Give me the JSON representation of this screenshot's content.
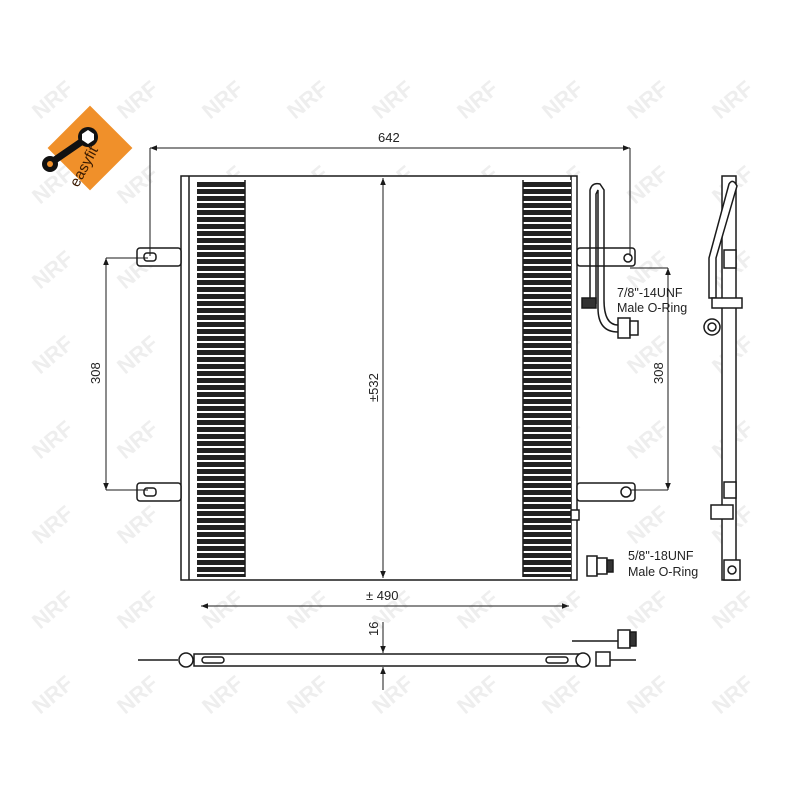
{
  "logo": {
    "text": "easyfit",
    "color": "#f0902a",
    "icon": "wrench-icon"
  },
  "watermark": {
    "text": "NRF",
    "color": "#ececec"
  },
  "dimensions": {
    "overall_width": "642",
    "core_height": "±532",
    "core_width": "± 490",
    "mount_spacing_left": "308",
    "mount_spacing_right": "308",
    "thickness": "16"
  },
  "connections": {
    "upper": {
      "line1": "7/8\"-14UNF",
      "line2": "Male O-Ring"
    },
    "lower": {
      "line1": "5/8\"-18UNF",
      "line2": "Male O-Ring"
    }
  },
  "colors": {
    "line": "#1a1a1a",
    "fins": "#2a2a2a",
    "background": "#ffffff"
  }
}
